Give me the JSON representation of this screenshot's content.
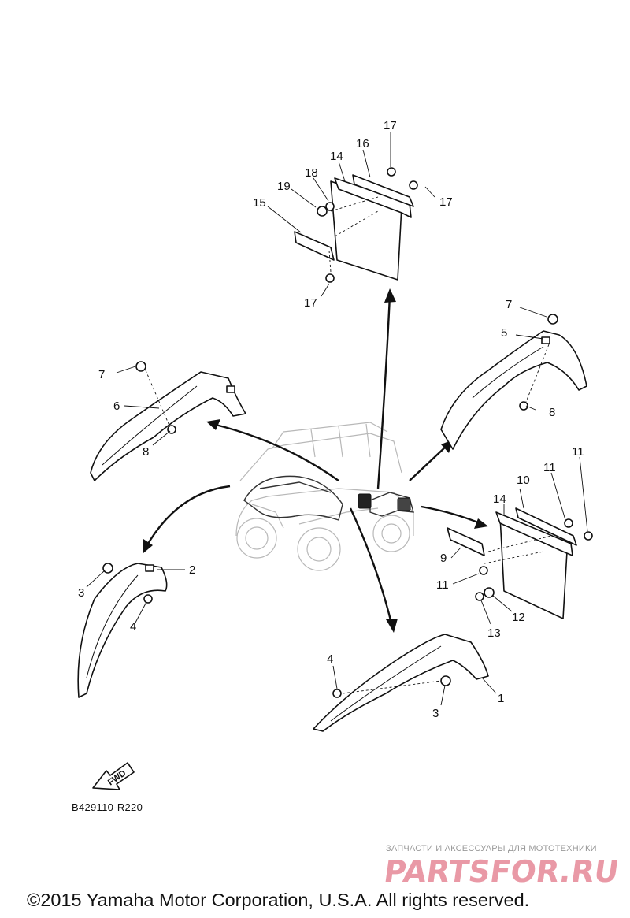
{
  "callouts": {
    "c1": "1",
    "c2": "2",
    "c3a": "3",
    "c3b": "3",
    "c4a": "4",
    "c4b": "4",
    "c5": "5",
    "c6": "6",
    "c7a": "7",
    "c7b": "7",
    "c8a": "8",
    "c8b": "8",
    "c9": "9",
    "c10": "10",
    "c11a": "11",
    "c11b": "11",
    "c11c": "11",
    "c12": "12",
    "c13": "13",
    "c14a": "14",
    "c14b": "14",
    "c15": "15",
    "c16": "16",
    "c17a": "17",
    "c17b": "17",
    "c17c": "17",
    "c18": "18",
    "c19": "19"
  },
  "fwd_label": "FWD",
  "ref_code": "B429110-R220",
  "watermark": {
    "tagline": "ЗАПЧАСТИ И АКСЕССУАРЫ ДЛЯ МОТОТЕХНИКИ",
    "logo": "PARTSFOR.RU"
  },
  "copyright": "©2015 Yamaha Motor Corporation, U.S.A. All rights reserved."
}
